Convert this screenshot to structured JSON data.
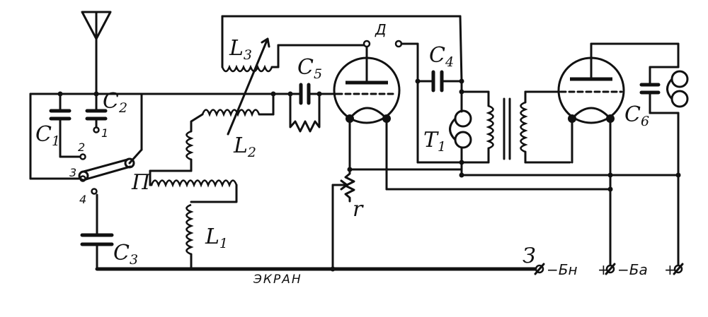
{
  "labels": {
    "C1": {
      "main": "C",
      "sub": "1"
    },
    "C2": {
      "main": "C",
      "sub": "2"
    },
    "C3": {
      "main": "C",
      "sub": "3"
    },
    "C4": {
      "main": "C",
      "sub": "4"
    },
    "C5": {
      "main": "C",
      "sub": "5"
    },
    "C6": {
      "main": "C",
      "sub": "6"
    },
    "L1": {
      "main": "L",
      "sub": "1"
    },
    "L2": {
      "main": "L",
      "sub": "2"
    },
    "L3": {
      "main": "L",
      "sub": "3"
    },
    "T1": {
      "main": "T",
      "sub": "1"
    },
    "P": "П",
    "D": "Д",
    "r": "r",
    "Z": "З"
  },
  "switch_positions": [
    "1",
    "2",
    "3",
    "4"
  ],
  "bottom_terminals": [
    "−Бн",
    "+",
    "−Бa",
    "+"
  ],
  "ground_label": "ЭКРАН"
}
